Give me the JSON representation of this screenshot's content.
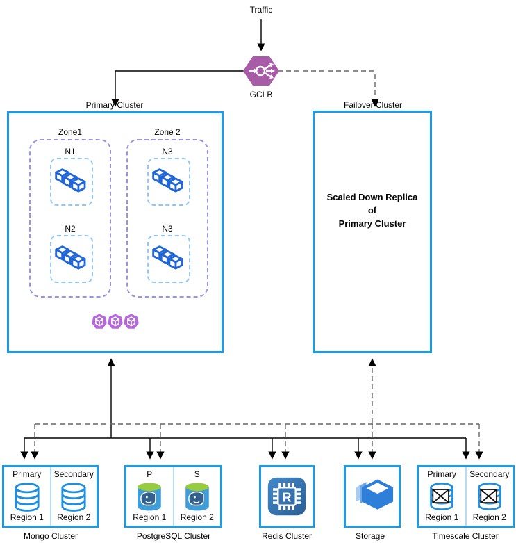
{
  "diagram": {
    "traffic_label": "Traffic",
    "gclb_label": "GCLB",
    "primary_cluster": {
      "label": "Primary Cluster",
      "zones": [
        {
          "label": "Zone1",
          "nodes": [
            "N1",
            "N2"
          ]
        },
        {
          "label": "Zone 2",
          "nodes": [
            "N3",
            "N3"
          ]
        }
      ]
    },
    "failover_cluster": {
      "label": "Failover Cluster",
      "body_lines": [
        "Scaled Down Replica",
        "of",
        "Primary Cluster"
      ]
    },
    "datastores": {
      "mongo": {
        "label": "Mongo Cluster",
        "left_role": "Primary",
        "right_role": "Secondary",
        "left_region": "Region 1",
        "right_region": "Region 2"
      },
      "postgresql": {
        "label": "PostgreSQL Cluster",
        "left_role": "P",
        "right_role": "S",
        "left_region": "Region 1",
        "right_region": "Region 2"
      },
      "redis": {
        "label": "Redis Cluster",
        "icon_letter": "R"
      },
      "storage": {
        "label": "Storage"
      },
      "timescale": {
        "label": "Timescale Cluster",
        "left_role": "Primary",
        "right_role": "Secondary",
        "left_region": "Region 1",
        "right_region": "Region 2"
      }
    },
    "colors": {
      "cluster_border": "#1C9BE9",
      "divider_blue": "#B5DCF5",
      "node_cube_blue": "#2066D8",
      "zone_dash_purple": "#9696E0",
      "node_dash_blue": "#94C6F2",
      "pods_purple": "#B766DD",
      "gclb_purple": "#A85CA8",
      "solid_line": "#000000",
      "dashed_line": "#666666",
      "postgres_green": "#97CC40",
      "postgres_blue": "#3E9CD9",
      "redis_blue": "#3B7EC0",
      "storage_blue": "#2D7FD9",
      "db_icon_blue": "#1E8FE0"
    }
  }
}
